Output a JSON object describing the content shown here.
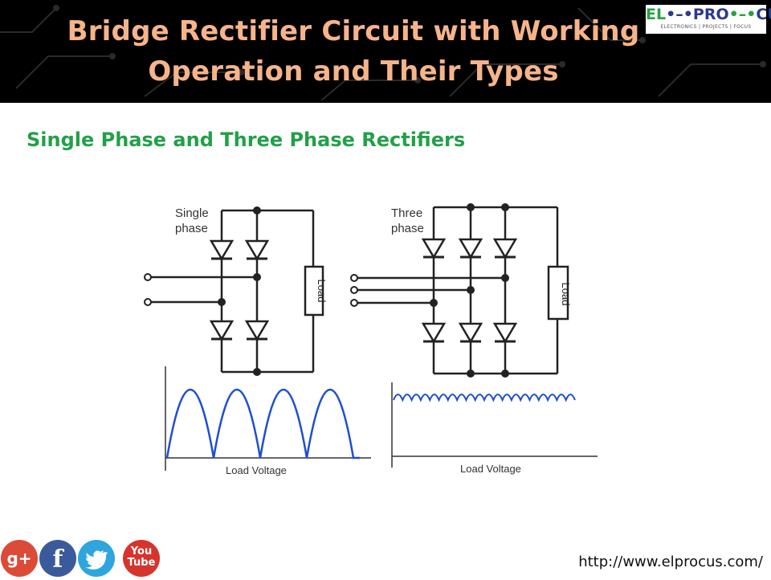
{
  "header": {
    "title_line1": "Bridge Rectifier Circuit with Working",
    "title_line2": "Operation and Their Types",
    "bg_color": "#000000",
    "title_color": "#f6b48a"
  },
  "logo": {
    "part_el": "EL",
    "part_pro": "PRO",
    "part_cus": "CUS",
    "tagline": "ELECTRONICS | PROJECTS | FOCUS"
  },
  "subtitle": "Single Phase and Three Phase Rectifiers",
  "subtitle_color": "#22a048",
  "diagram": {
    "single": {
      "label_line1": "Single",
      "label_line2": "phase",
      "load_label": "Load",
      "graph_label": "Load Voltage"
    },
    "three": {
      "label_line1": "Three",
      "label_line2": "phase",
      "load_label": "Load",
      "graph_label": "Load Voltage"
    },
    "waveform_color": "#1f4fd0",
    "circuit_color": "#222222"
  },
  "social": {
    "gplus": "g+",
    "facebook": "f",
    "youtube_line1": "You",
    "youtube_line2": "Tube",
    "icons": [
      "gplus-icon",
      "facebook-icon",
      "twitter-icon",
      "youtube-icon"
    ]
  },
  "footer": {
    "url": "http://www.elprocus.com/"
  }
}
